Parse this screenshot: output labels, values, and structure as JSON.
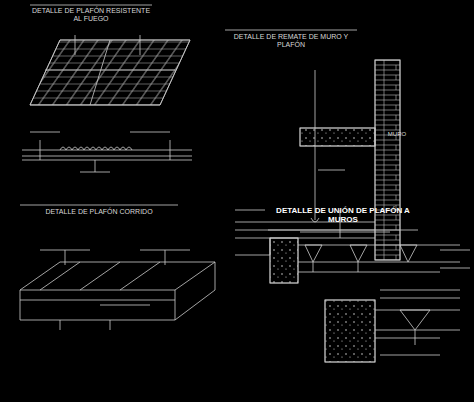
{
  "diagram": {
    "labels": [
      "DETALLE DE PLAFÓN RESISTENTE AL FUEGO",
      "DETALLE DE REMATE DE MURO Y PLAFÓN",
      "MURO",
      "DETALLE DE PLAFÓN CORRIDO",
      "DETALLE DE UNIÓN DE PLAFÓN A MUROS"
    ]
  }
}
